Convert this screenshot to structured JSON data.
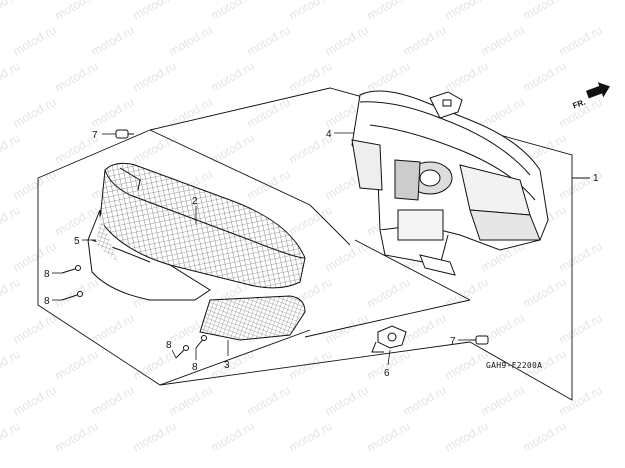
{
  "watermark": "motod.ru",
  "direction_label": "FR.",
  "diagram_code": "GAH9-F2200A",
  "callouts": [
    {
      "id": "p1",
      "label": "1"
    },
    {
      "id": "p2",
      "label": "2"
    },
    {
      "id": "p3",
      "label": "3"
    },
    {
      "id": "p4",
      "label": "4"
    },
    {
      "id": "p5",
      "label": "5"
    },
    {
      "id": "p6",
      "label": "6"
    },
    {
      "id": "p7a",
      "label": "7"
    },
    {
      "id": "p7b",
      "label": "7"
    },
    {
      "id": "p8a",
      "label": "8"
    },
    {
      "id": "p8b",
      "label": "8"
    },
    {
      "id": "p8c",
      "label": "8"
    },
    {
      "id": "p8d",
      "label": "8"
    }
  ],
  "colors": {
    "line": "#111111",
    "watermark": "#cfcfcf",
    "background": "#ffffff"
  }
}
